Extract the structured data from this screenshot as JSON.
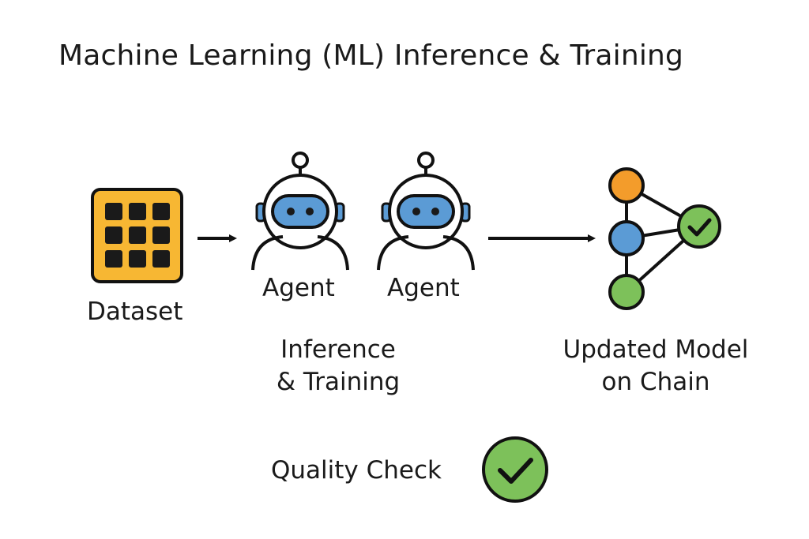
{
  "title": "Machine Learning (ML) Inference & Training",
  "nodes": {
    "dataset": {
      "label": "Dataset",
      "icon": "grid-dataset-icon"
    },
    "agent_1": {
      "label": "Agent",
      "icon": "robot-agent-icon"
    },
    "agent_2": {
      "label": "Agent",
      "icon": "robot-agent-icon"
    },
    "model": {
      "label_line1": "Updated Model",
      "label_line2": "on Chain",
      "icon": "neural-network-icon"
    }
  },
  "process": {
    "label_line1": "Inference",
    "label_line2": "& Training"
  },
  "quality": {
    "label": "Quality Check",
    "icon": "checkmark-circle-icon"
  },
  "colors": {
    "dataset_fill": "#F7B733",
    "robot_visor": "#5B9BD5",
    "node_orange": "#F39C2B",
    "node_blue": "#5B9BD5",
    "node_green": "#7DC15A",
    "check_green": "#7DC15A",
    "stroke": "#111111"
  }
}
